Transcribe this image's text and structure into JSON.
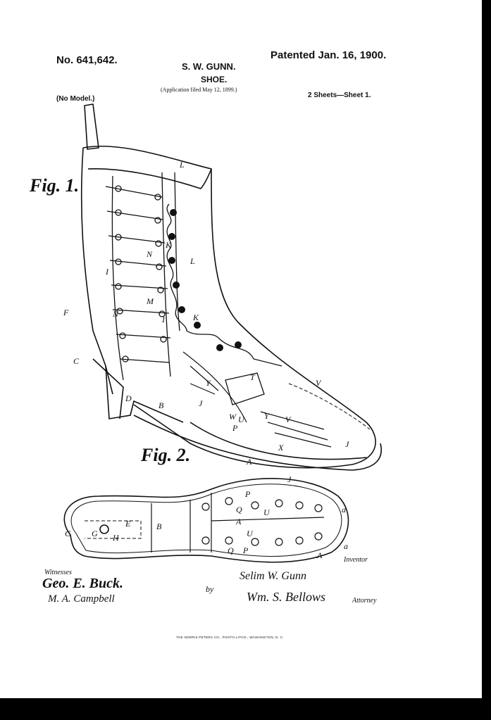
{
  "header": {
    "patent_number": "No. 641,642.",
    "patent_date": "Patented Jan. 16, 1900.",
    "inventor": "S. W. GUNN.",
    "title": "SHOE.",
    "filed": "(Application filed May 12, 1899.)",
    "model": "(No Model.)",
    "sheets": "2 Sheets—Sheet 1."
  },
  "figures": {
    "fig1": "Fig. 1.",
    "fig2": "Fig. 2."
  },
  "labels": {
    "fig1": [
      "L",
      "K",
      "N",
      "L",
      "I",
      "M",
      "F",
      "N",
      "I",
      "K",
      "C",
      "D",
      "B",
      "T",
      "Y",
      "J",
      "V",
      "W",
      "U",
      "P",
      "Y",
      "V",
      "X",
      "J",
      "A"
    ],
    "fig2": [
      "J",
      "P",
      "Q",
      "U",
      "a",
      "A",
      "C",
      "G",
      "E",
      "H",
      "B",
      "U",
      "Q",
      "P",
      "A",
      "a"
    ]
  },
  "signatures": {
    "witnesses_label": "Witnesses",
    "witness_1": "Geo. E. Buck.",
    "witness_2": "M. A. Campbell",
    "inventor_label": "Inventor",
    "inventor_signature": "Selim W. Gunn",
    "by": "by",
    "attorney_signature": "Wm. S. Bellows",
    "attorney_label": "Attorney"
  },
  "footer": {
    "printer": "THE NORRIS PETERS CO., PHOTO-LITHO., WASHINGTON, D. C."
  }
}
